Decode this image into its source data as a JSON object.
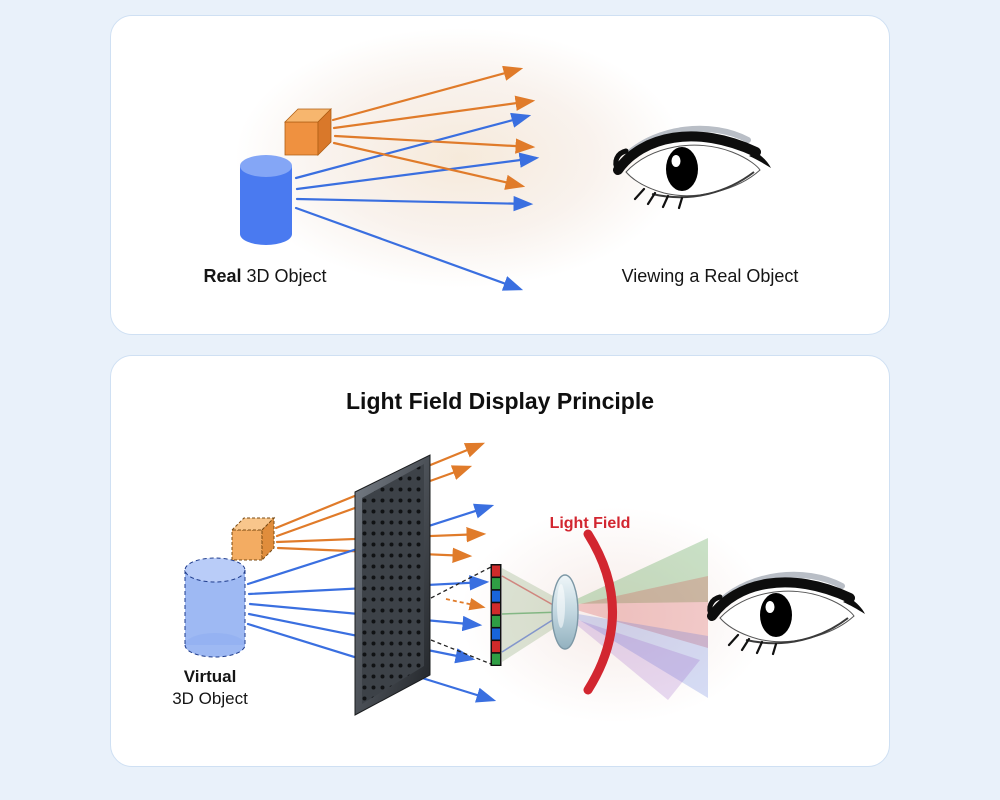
{
  "colors": {
    "background": "#e9f1fa",
    "card_border": "#cfe0f3",
    "orange_ray": "#e07b2a",
    "blue_ray": "#3a6fe0",
    "light_field_red": "#d22630",
    "cube_orange": "#ef9140",
    "cylinder_blue": "#4a7af0",
    "pixel_strip": [
      "#cf2b2b",
      "#2f9e44",
      "#1864d9"
    ]
  },
  "top_panel": {
    "object_label": {
      "bold": "Real",
      "rest": " 3D Object"
    },
    "caption": "Viewing a Real Object"
  },
  "bottom_panel": {
    "title": "Light Field Display Principle",
    "object_label": {
      "line1": "Virtual",
      "line2": "3D Object"
    },
    "light_field_label": "Light Field"
  }
}
